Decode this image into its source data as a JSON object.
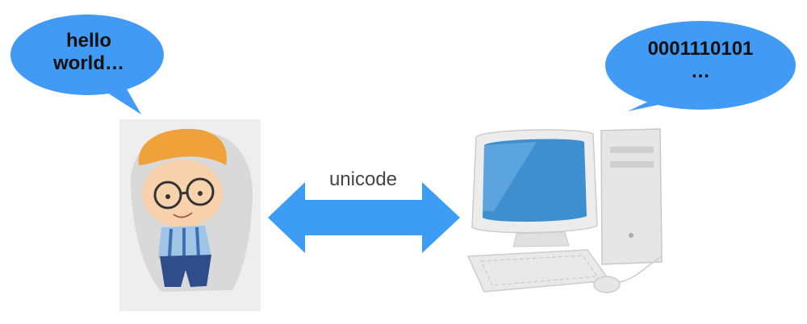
{
  "human_speech": {
    "line1": "hello",
    "line2": "world…"
  },
  "computer_speech": {
    "line1": "0001110101",
    "line2": "…"
  },
  "arrow_label": "unicode",
  "colors": {
    "bubble": "#419af3",
    "arrow": "#3d9df5",
    "photo_bg": "#eeeeee"
  },
  "icons": {
    "left": "boy-with-glasses-icon",
    "right": "desktop-computer-icon"
  }
}
